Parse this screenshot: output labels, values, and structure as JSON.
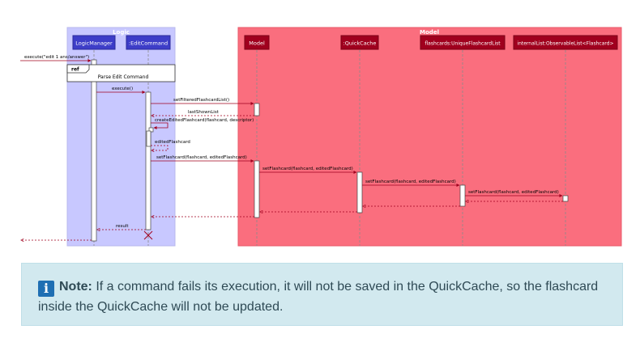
{
  "diagram": {
    "type": "sequence",
    "boxes": [
      {
        "label": "Logic",
        "fill": "#c8c8ff"
      },
      {
        "label": "Model",
        "fill": "#fa6e7e"
      }
    ],
    "participants": [
      {
        "label": "LogicManager",
        "fill": "#3d3dc8"
      },
      {
        "label": ":EditCommand",
        "fill": "#3d3dc8"
      },
      {
        "label": "Model",
        "fill": "#a0001e"
      },
      {
        "label": ":QuickCache",
        "fill": "#a0001e"
      },
      {
        "label": "flashcards:UniqueFlashcardList",
        "fill": "#a0001e"
      },
      {
        "label": "internalList:ObservableList<Flashcard>",
        "fill": "#a0001e"
      }
    ],
    "ref_tag": "ref",
    "ref_text": "Parse Edit Command",
    "messages": [
      "execute(\"edit 1 ans/answer\")",
      "execute()",
      "setFilteredFlashcardList()",
      "lastShownList",
      "createEditedFlashcard(flashcard, descriptor)",
      "editedFlashcard",
      "setFlashcard(flashcard, editedFlashcard)",
      "setFlashcard(flashcard, editedFlashcard)",
      "setFlashcard(flashcard, editedFlashcard)",
      "setFlashcard(flashcard, editedFlashcard)",
      "result"
    ]
  },
  "note": {
    "icon": "info-icon",
    "label": "Note:",
    "text": "If a command fails its execution, it will not be saved in the QuickCache, so the flashcard inside the QuickCache will not be updated."
  }
}
